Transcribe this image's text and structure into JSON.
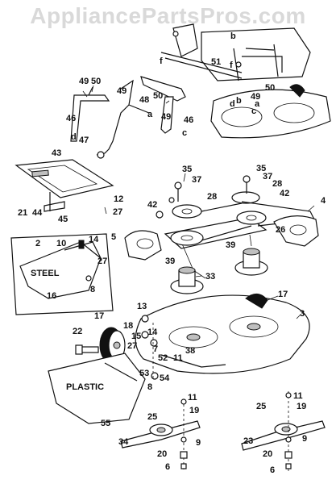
{
  "watermark": "AppliancePartsPros.com",
  "callouts": {
    "c2": "2",
    "c3": "3",
    "c4": "4",
    "c5": "5",
    "c6a": "6",
    "c6b": "6",
    "c7": "7",
    "c8a": "8",
    "c8b": "8",
    "c9a": "9",
    "c9b": "9",
    "c10": "10",
    "c11a": "11",
    "c11b": "11",
    "c11c": "11",
    "c12": "12",
    "c13": "13",
    "c14a": "14",
    "c14b": "14",
    "c15": "15",
    "c16": "16",
    "c17a": "17",
    "c17b": "17",
    "c18": "18",
    "c19a": "19",
    "c19b": "19",
    "c20a": "20",
    "c20b": "20",
    "c21": "21",
    "c22": "22",
    "c23": "23",
    "c25a": "25",
    "c25b": "25",
    "c26": "26",
    "c27a": "27",
    "c27b": "27",
    "c27c": "27",
    "c28a": "28",
    "c28b": "28",
    "c33": "33",
    "c34": "34",
    "c35a": "35",
    "c35b": "35",
    "c37a": "37",
    "c37b": "37",
    "c38": "38",
    "c39a": "39",
    "c39b": "39",
    "c42a": "42",
    "c42b": "42",
    "c43": "43",
    "c44": "44",
    "c45": "45",
    "c46a": "46",
    "c46b": "46",
    "c47": "47",
    "c48": "48",
    "c49a": "49",
    "c49b": "49",
    "c49c": "49",
    "c50a": "50",
    "c50b": "50",
    "c50c": "50",
    "c51": "51",
    "c52": "52",
    "c53": "53",
    "c54": "54",
    "c55": "55",
    "la1": "a",
    "la2": "a",
    "lb1": "b",
    "lb2": "b",
    "lc1": "c",
    "lc2": "c",
    "ld1": "d",
    "ld2": "d",
    "lf1": "f",
    "lf2": "f"
  },
  "labels": {
    "steel": "STEEL",
    "plastic": "PLASTIC"
  }
}
